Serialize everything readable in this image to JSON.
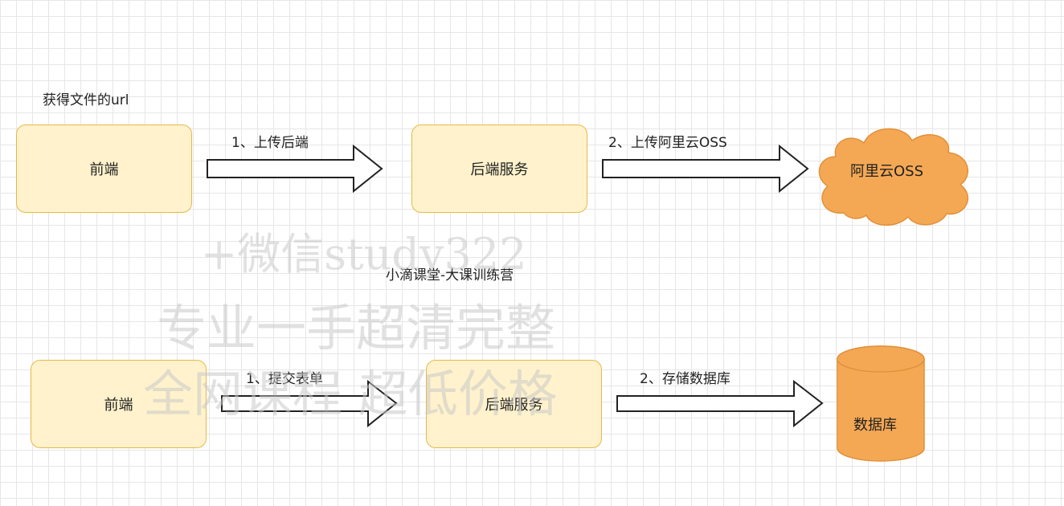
{
  "top_caption": "获得文件的url",
  "middle_caption": "小滴课堂-大课训练营",
  "row1": {
    "frontend": "前端",
    "arrow1": "1、上传后端",
    "backend": "后端服务",
    "arrow2": "2、上传阿里云OSS",
    "cloud": "阿里云OSS"
  },
  "row2": {
    "frontend": "前端",
    "arrow1": "1、提交表单",
    "backend": "后端服务",
    "arrow2": "2、存储数据库",
    "database": "数据库"
  },
  "watermark": {
    "line1": "+微信study322",
    "line2": "专业一手超清完整",
    "line3": "全网课程 超低价格"
  },
  "colors": {
    "box_fill": "#fff2cc",
    "box_stroke": "#e8b84a",
    "shape_fill": "#f5a854",
    "arrow_stroke": "#222222"
  }
}
